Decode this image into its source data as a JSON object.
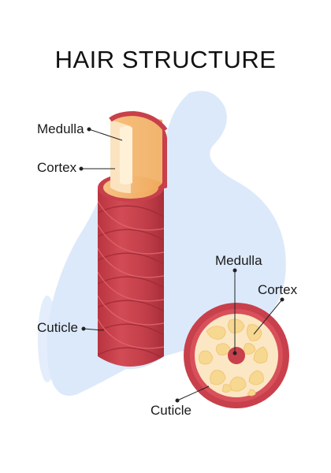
{
  "title": "HAIR STRUCTURE",
  "longitudinal": {
    "medulla": "Medulla",
    "cortex": "Cortex",
    "cuticle": "Cuticle"
  },
  "cross_section": {
    "medulla": "Medulla",
    "cortex": "Cortex",
    "cuticle": "Cuticle"
  },
  "colors": {
    "background_blob": "#dce9fb",
    "cuticle_red": "#c8404b",
    "cuticle_dark": "#a32d37",
    "cortex_orange": "#f2b36a",
    "medulla_cream": "#fbe3c0",
    "cell_yellow": "#f7d890"
  }
}
